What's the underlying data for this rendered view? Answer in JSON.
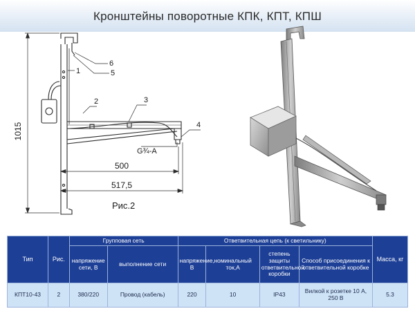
{
  "title": "Кронштейны поворотные КПК, КПТ, КПШ",
  "drawing": {
    "callouts": [
      "1",
      "2",
      "3",
      "4",
      "5",
      "6"
    ],
    "dim_height": "1015",
    "dim_width_1": "500",
    "dim_width_2": "517,5",
    "thread": "G¾-А",
    "caption": "Рис.2"
  },
  "table": {
    "headers": {
      "type": "Тип",
      "fig": "Рис.",
      "group": "Групповая сеть",
      "branch": "Ответвительная цепь (к светильнику)",
      "mass": "Масса, кг",
      "group_voltage": "напряжение сети, В",
      "group_execution": "выполнение сети",
      "branch_voltage": "напряжение, В",
      "branch_current": "номинальный ток,А",
      "branch_protection": "степень защиты ответвительной коробки",
      "branch_connection": "Способ присоединения к ответвительной коробке"
    },
    "row": {
      "type": "КПТ10-43",
      "fig": "2",
      "group_voltage": "380/220",
      "group_execution": "Провод (кабель)",
      "branch_voltage": "220",
      "branch_current": "10",
      "branch_protection": "IP43",
      "branch_connection": "Вилкой к розетке 10 А, 250 В",
      "mass": "5.3"
    }
  },
  "colors": {
    "header_bg": "#1d3f96",
    "row_bg": "#cfe3f7",
    "title_band": "#d4e2f1"
  }
}
